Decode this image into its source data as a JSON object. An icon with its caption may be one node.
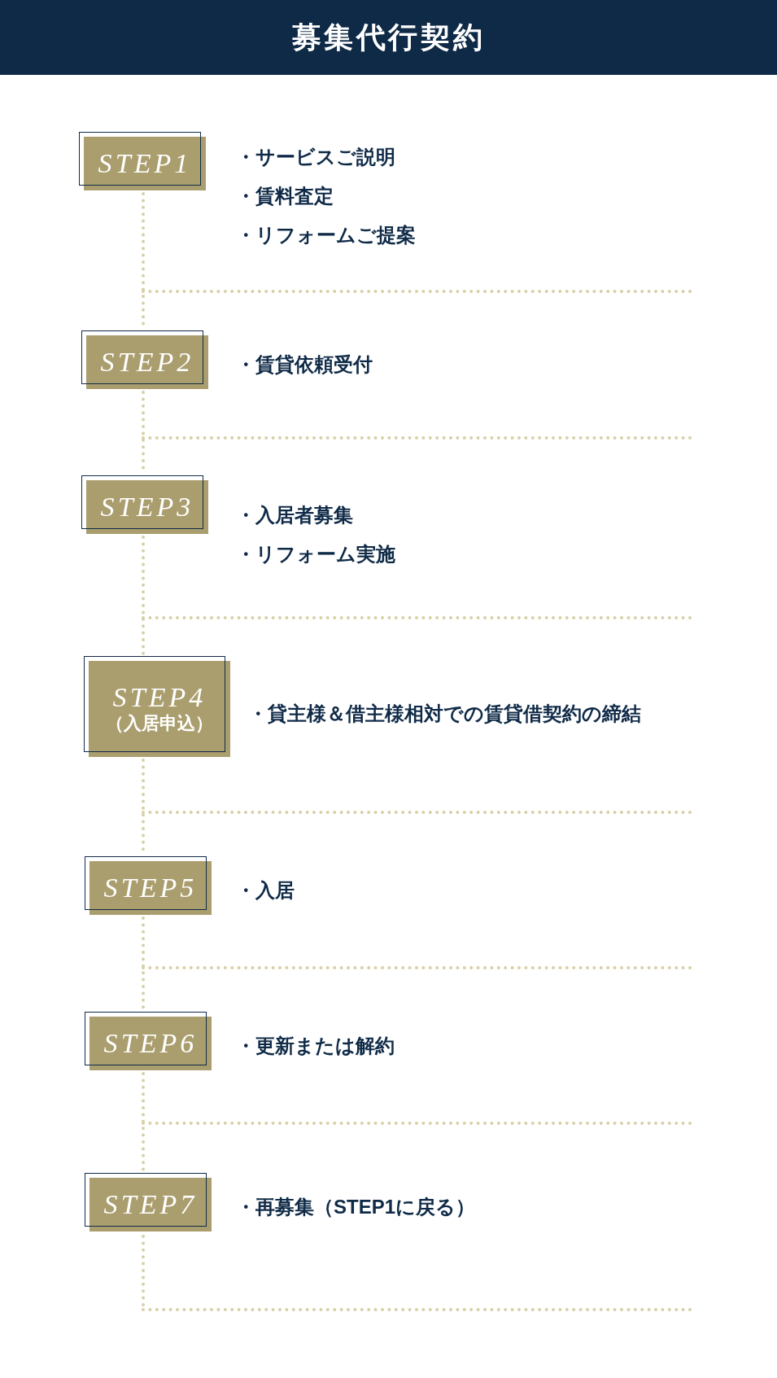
{
  "diagram": {
    "title": "募集代行契約",
    "nodes": [
      {
        "text": [
          "STEP1"
        ],
        "beside": [
          "・サービスご説明",
          "・賃料査定",
          "・リフォームご提案"
        ]
      },
      {
        "text": [
          "STEP2"
        ],
        "beside": [
          "・賃貸依頼受付"
        ]
      },
      {
        "text": [
          "STEP3"
        ],
        "beside": [
          "・入居者募集",
          "・リフォーム実施"
        ]
      },
      {
        "text": [
          "STEP4",
          "（入居申込）"
        ],
        "beside": [
          "・貸主様＆借主様相対での賃貸借契約の締結"
        ]
      },
      {
        "text": [
          "STEP5"
        ],
        "beside": [
          "・入居"
        ]
      },
      {
        "text": [
          "STEP6"
        ],
        "beside": [
          "・更新または解約"
        ]
      },
      {
        "text": [
          "STEP7"
        ],
        "beside": [
          "・再募集（STEP1に戻る）"
        ]
      }
    ],
    "edges": [
      {
        "from": 0,
        "to": 1,
        "arrow": "none",
        "style": "dashed"
      },
      {
        "from": 1,
        "to": 2,
        "arrow": "none",
        "style": "dashed"
      },
      {
        "from": 2,
        "to": 3,
        "arrow": "none",
        "style": "dashed"
      },
      {
        "from": 3,
        "to": 4,
        "arrow": "none",
        "style": "dashed"
      },
      {
        "from": 4,
        "to": 5,
        "arrow": "none",
        "style": "dashed"
      },
      {
        "from": 5,
        "to": 6,
        "arrow": "none",
        "style": "dashed"
      }
    ]
  }
}
